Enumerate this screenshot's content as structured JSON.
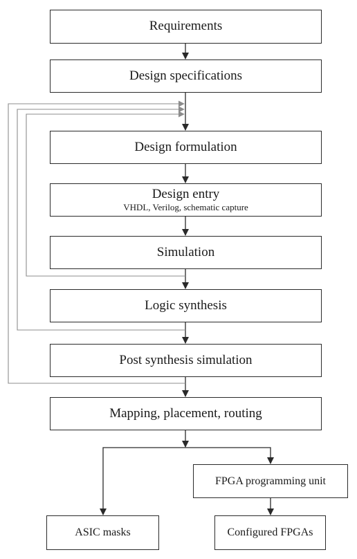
{
  "colors": {
    "main_line": "#2a2a2a",
    "feedback_line": "#8c8c8c",
    "box_border": "#2a2a2a",
    "background": "#ffffff"
  },
  "boxes": {
    "requirements": {
      "label": "Requirements"
    },
    "design_specifications": {
      "label": "Design specifications"
    },
    "design_formulation": {
      "label": "Design formulation"
    },
    "design_entry": {
      "label": "Design entry",
      "sublabel": "VHDL, Verilog, schematic capture"
    },
    "simulation": {
      "label": "Simulation"
    },
    "logic_synthesis": {
      "label": "Logic synthesis"
    },
    "post_synthesis_simulation": {
      "label": "Post synthesis simulation"
    },
    "mapping_placement_routing": {
      "label": "Mapping, placement, routing"
    },
    "fpga_programming_unit": {
      "label": "FPGA programming unit"
    },
    "asic_masks": {
      "label": "ASIC masks"
    },
    "configured_fpgas": {
      "label": "Configured FPGAs"
    }
  }
}
